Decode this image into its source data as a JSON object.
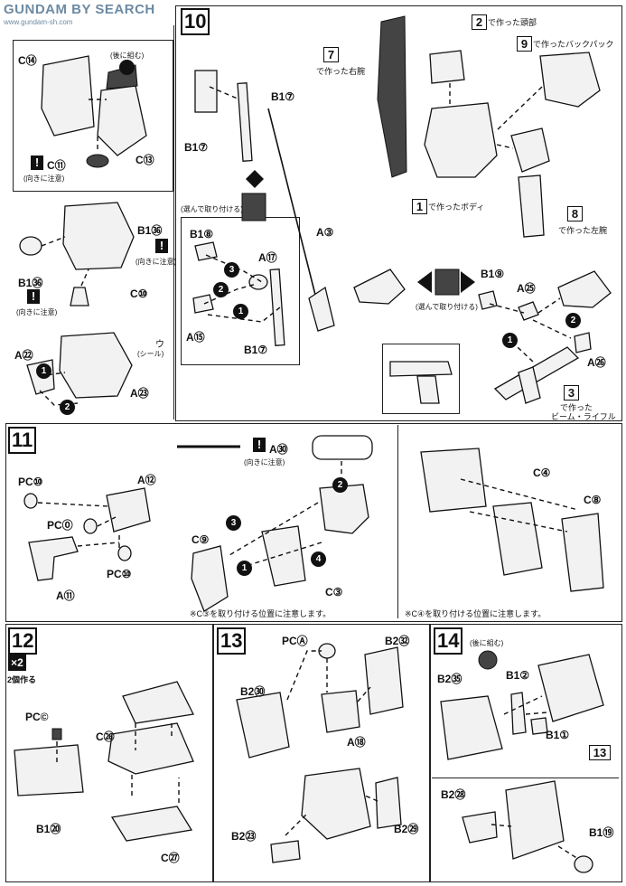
{
  "watermark": {
    "brand": "SEARCH",
    "prefix": "GUNDAM BY",
    "sub": "www.gundam-sh.com"
  },
  "step0": {
    "c14": "C⑭",
    "c13": "C⑬",
    "c11": "C⑪",
    "c10": "C⑩",
    "b136a": "B1㊱",
    "b136b": "B1㊱",
    "a22": "A㉒",
    "a23": "A㉓",
    "inner_note": "(後に組む)",
    "caution1": "(向きに注意)",
    "caution2": "(向きに注意)",
    "caution3": "(向きに注意)",
    "seal_num": "ウ",
    "seal": "(シール)"
  },
  "step10": {
    "number": "10",
    "b17a": "B1⑦",
    "b17b": "B1⑦",
    "b17c": "B1⑦",
    "b18": "B1⑧",
    "a17": "A⑰",
    "a15": "A⑮",
    "a3": "A③",
    "choose1": "(選んで取り付ける)",
    "choose2": "(選んで取り付ける)",
    "b19": "B1⑨",
    "a25": "A㉕",
    "a26": "A㉖",
    "ref7": "7",
    "ref7_text": "で作った右腕",
    "ref2": "2",
    "ref2_text": "で作った頭部",
    "ref9": "9",
    "ref9_text": "で作ったバックパック",
    "ref1": "1",
    "ref1_text": "で作ったボディ",
    "ref8": "8",
    "ref8_text": "で作った左腕",
    "ref3": "3",
    "ref3_text1": "で作った",
    "ref3_text2": "ビーム・ライフル"
  },
  "step11": {
    "number": "11",
    "pcn1": "PC⑩",
    "pco": "PC⓪",
    "pcn2": "PC⑩",
    "a12": "A⑫",
    "a11": "A⑪",
    "a30": "A㉚",
    "caution": "(向きに注意)",
    "c9": "C⑨",
    "c3": "C③",
    "c4": "C④",
    "c8": "C⑧",
    "note1": "※C③を取り付ける位置に注意します。",
    "note2": "※C④を取り付ける位置に注意します。"
  },
  "step12": {
    "number": "12",
    "times": "×2",
    "make2": "2個作る",
    "pcc": "PC©",
    "c26": "C㉖",
    "b120": "B1⑳",
    "c27": "C㉗"
  },
  "step13": {
    "number": "13",
    "pca": "PCⒶ",
    "b232": "B2㉜",
    "b230": "B2㉚",
    "a18": "A⑱",
    "b223": "B2㉓",
    "b229": "B2㉙"
  },
  "step14": {
    "number": "14",
    "b235": "B2㉟",
    "b12": "B1②",
    "b11": "B1①",
    "inner_note": "(後に組む)",
    "ref13": "13",
    "b228": "B2㉘",
    "b119": "B1⑲"
  },
  "colors": {
    "line": "#111111",
    "part_fill": "#f2f2f2",
    "watermark": "#6c8aa3"
  }
}
